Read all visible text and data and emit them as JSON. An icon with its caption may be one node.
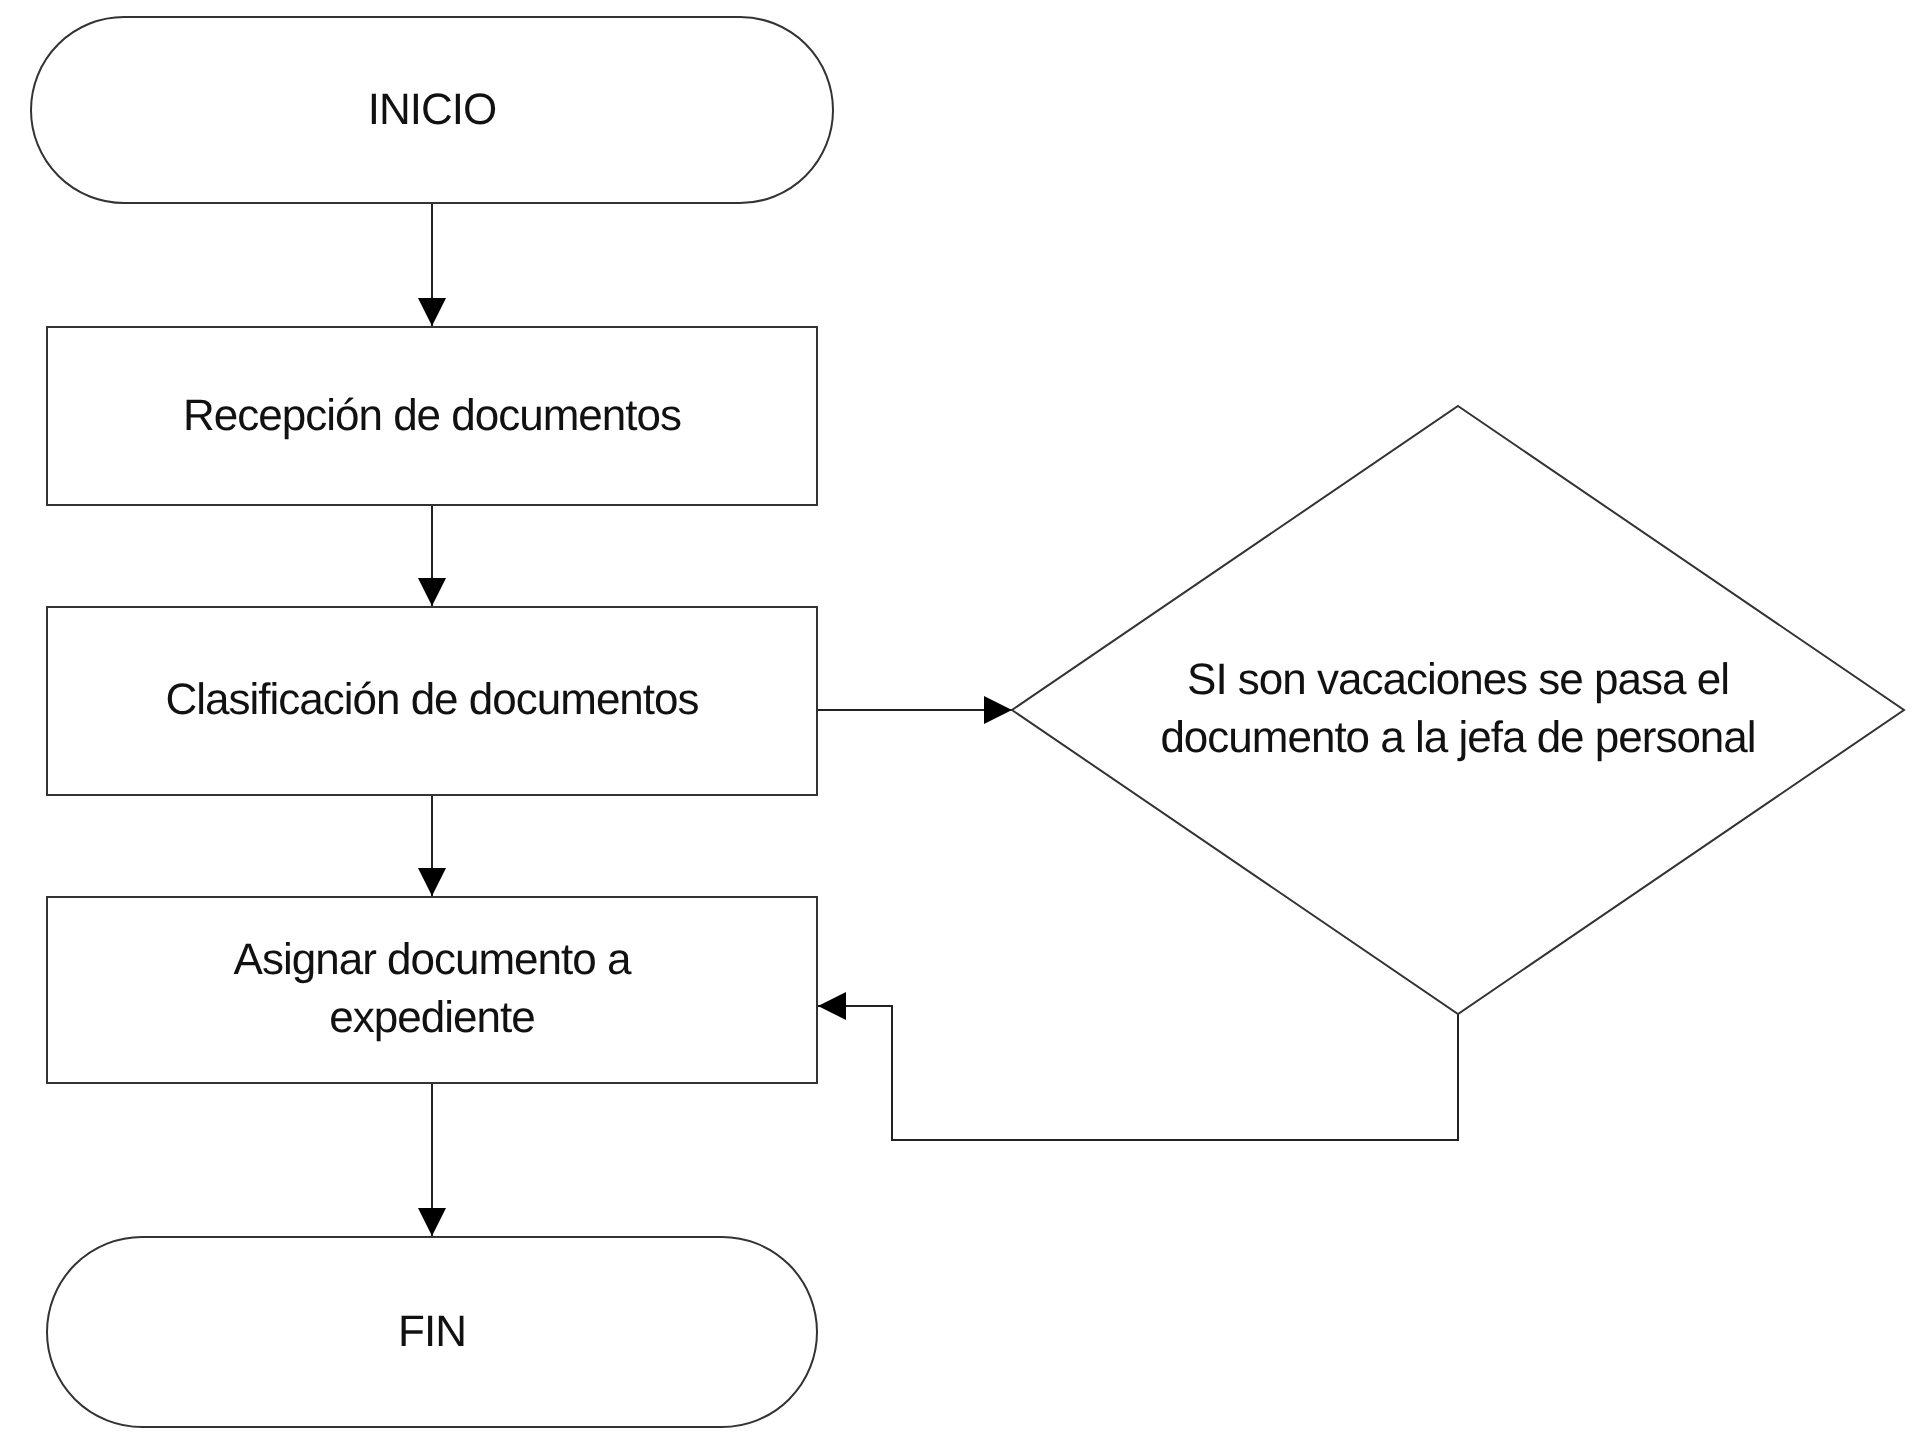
{
  "diagram": {
    "nodes": [
      {
        "text": [
          "INICIO"
        ]
      },
      {
        "text": [
          "Recepción de documentos"
        ]
      },
      {
        "text": [
          "Clasificación de documentos"
        ]
      },
      {
        "text": [
          "SI son vacaciones se pasa el documento a la jefa de personal"
        ]
      },
      {
        "text": [
          "Asignar documento a expediente"
        ]
      },
      {
        "text": [
          "FIN"
        ]
      }
    ],
    "edges": [
      {
        "from": 0,
        "to": 1,
        "arrow": "to"
      },
      {
        "from": 1,
        "to": 2,
        "arrow": "to"
      },
      {
        "from": 2,
        "to": 3,
        "arrow": "to"
      },
      {
        "from": 2,
        "to": 4,
        "arrow": "to"
      },
      {
        "from": 3,
        "to": 4,
        "arrow": "to"
      },
      {
        "from": 4,
        "to": 5,
        "arrow": "to"
      }
    ]
  }
}
